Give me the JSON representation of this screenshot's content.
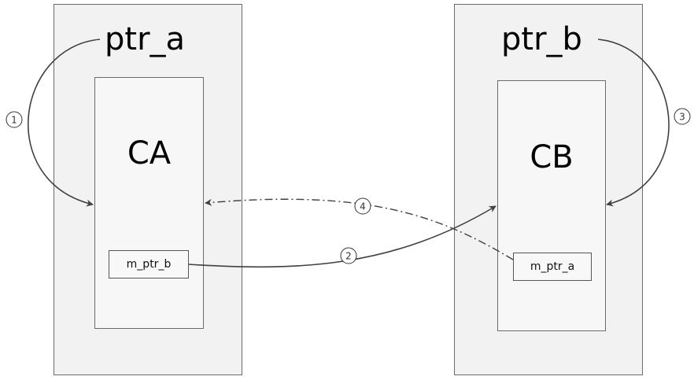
{
  "left": {
    "pointer_label": "ptr_a",
    "class_label": "CA",
    "member_label": "m_ptr_b"
  },
  "right": {
    "pointer_label": "ptr_b",
    "class_label": "CB",
    "member_label": "m_ptr_a"
  },
  "steps": [
    "1",
    "2",
    "3",
    "4"
  ],
  "colors": {
    "box_fill": "#f2f2f2",
    "border": "#6b6b6b",
    "arrow": "#404040"
  }
}
